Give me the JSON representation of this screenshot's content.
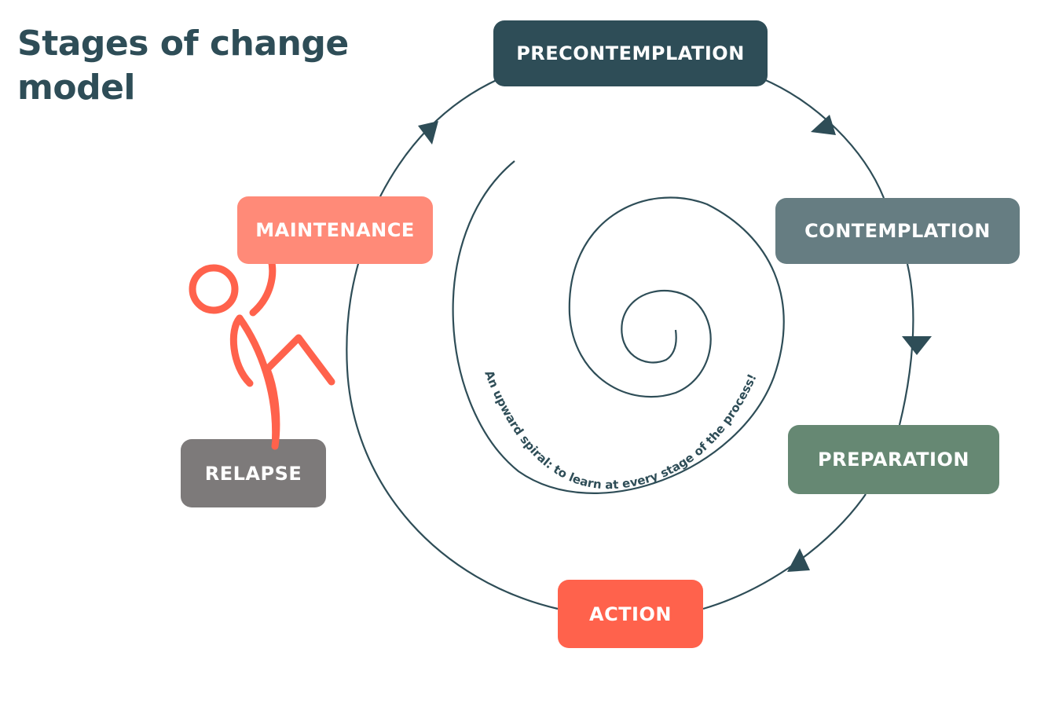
{
  "title": "Stages of change model",
  "stages": {
    "precontemplation": "PRECONTEMPLATION",
    "contemplation": "CONTEMPLATION",
    "preparation": "PREPARATION",
    "action": "ACTION",
    "maintenance": "MAINTENANCE",
    "relapse": "RELAPSE"
  },
  "spiral_caption": "An upward spiral: to learn at every stage of the process!",
  "colors": {
    "dark_teal": "#2e4d57",
    "slate": "#667d82",
    "sage": "#668873",
    "coral": "#ff624c",
    "salmon": "#ff8a78",
    "gray": "#7d7a7a"
  },
  "icons": {
    "figure": "stick-figure-falling-icon",
    "arrow": "triangle-arrow-icon"
  }
}
